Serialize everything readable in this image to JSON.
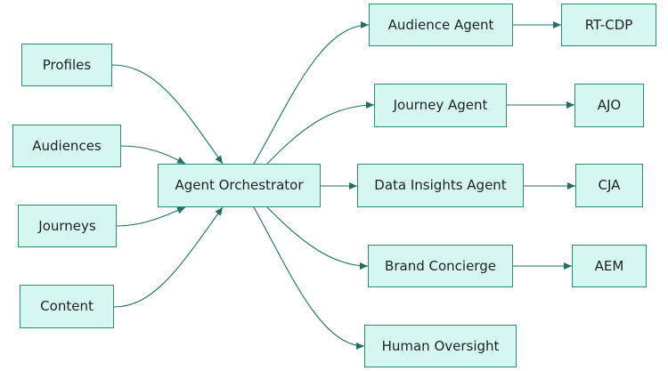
{
  "nodes": {
    "profiles": "Profiles",
    "audiences": "Audiences",
    "journeys": "Journeys",
    "content": "Content",
    "orchestrator": "Agent Orchestrator",
    "audience_agent": "Audience Agent",
    "journey_agent": "Journey Agent",
    "data_insights_agent": "Data Insights Agent",
    "brand_concierge": "Brand Concierge",
    "human_oversight": "Human Oversight",
    "rt_cdp": "RT-CDP",
    "ajo": "AJO",
    "cja": "CJA",
    "aem": "AEM"
  },
  "edges": [
    {
      "from": "profiles",
      "to": "orchestrator"
    },
    {
      "from": "audiences",
      "to": "orchestrator"
    },
    {
      "from": "journeys",
      "to": "orchestrator"
    },
    {
      "from": "content",
      "to": "orchestrator"
    },
    {
      "from": "orchestrator",
      "to": "audience_agent"
    },
    {
      "from": "orchestrator",
      "to": "journey_agent"
    },
    {
      "from": "orchestrator",
      "to": "data_insights_agent"
    },
    {
      "from": "orchestrator",
      "to": "brand_concierge"
    },
    {
      "from": "orchestrator",
      "to": "human_oversight"
    },
    {
      "from": "audience_agent",
      "to": "rt_cdp"
    },
    {
      "from": "journey_agent",
      "to": "ajo"
    },
    {
      "from": "data_insights_agent",
      "to": "cja"
    },
    {
      "from": "brand_concierge",
      "to": "aem"
    }
  ]
}
